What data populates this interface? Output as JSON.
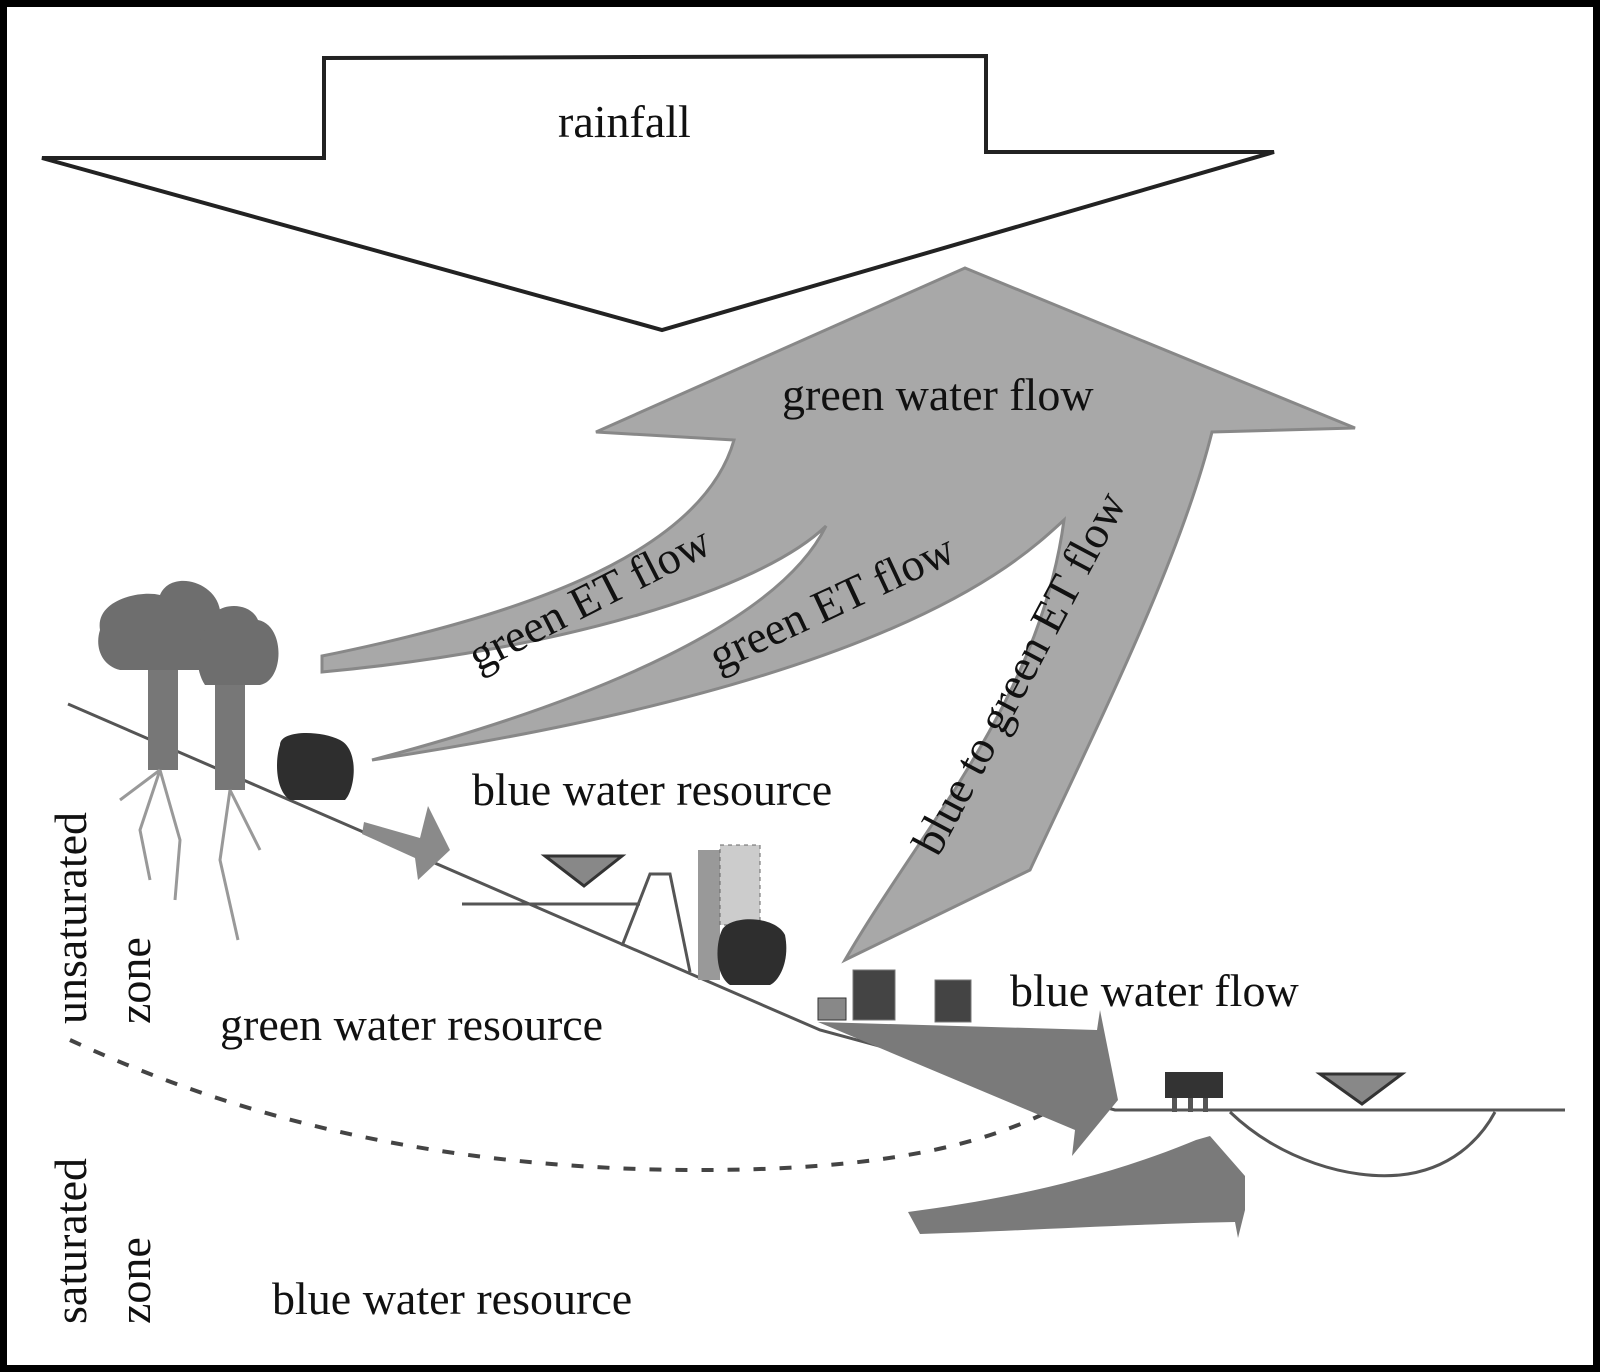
{
  "figure": {
    "labels": {
      "rainfall": "rainfall",
      "green_water_flow": "green water flow",
      "green_et_flow_1": "green ET flow",
      "green_et_flow_2": "green ET flow",
      "blue_to_green_et_flow": "blue to green ET flow",
      "blue_water_resource_upper": "blue water resource",
      "blue_water_flow": "blue water flow",
      "green_water_resource": "green water resource",
      "blue_water_resource_lower": "blue water resource",
      "unsaturated": "unsaturated",
      "unsaturated_zone": "zone",
      "saturated": "saturated",
      "saturated_zone": "zone"
    },
    "colors": {
      "arrow_fill": "#a8a8a8",
      "arrow_dark": "#7a7a7a",
      "tree_fill": "#6e6e6e",
      "shrub_fill": "#2e2e2e",
      "line": "#444444",
      "border": "#000000"
    }
  }
}
